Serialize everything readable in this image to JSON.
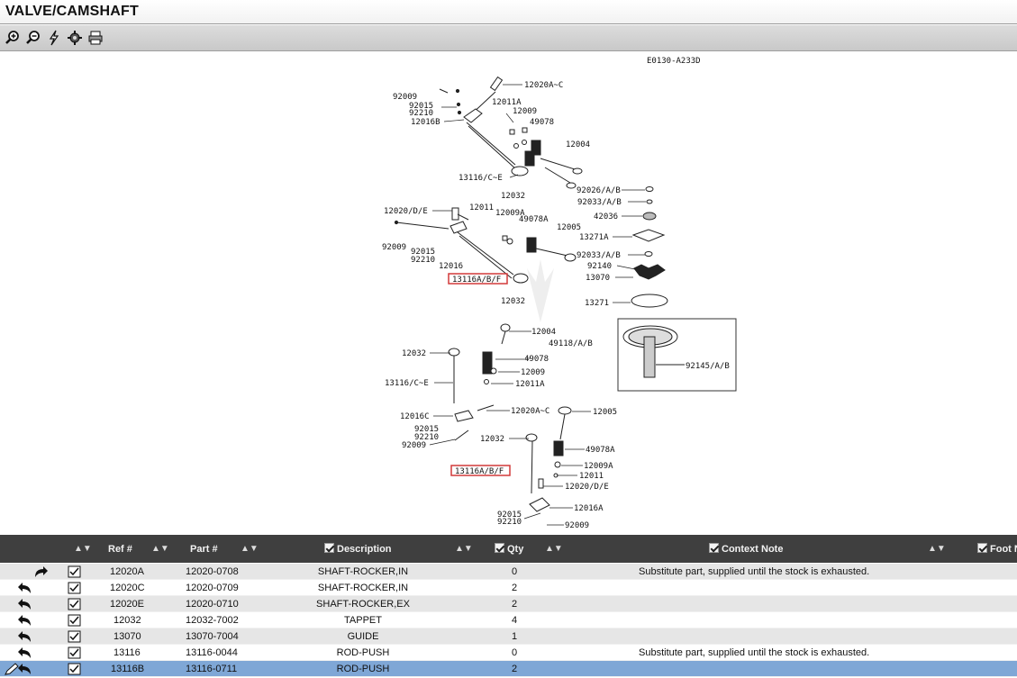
{
  "window": {
    "title": "VALVE/CAMSHAFT"
  },
  "toolbar": {
    "tools": [
      "zoom-in-icon",
      "zoom-out-icon",
      "lightning-icon",
      "settings-icon",
      "print-icon"
    ]
  },
  "diagram": {
    "code": "E0130-A233D",
    "labels": {
      "l1": "92009",
      "l2": "92015",
      "l3": "92210",
      "l4": "12016B",
      "l5": "12020A~C",
      "l6": "12011A",
      "l7": "12009",
      "l8": "49078",
      "l9": "12004",
      "l10": "13116/C~E",
      "l11": "12032",
      "l12": "92026/A/B",
      "l13": "92033/A/B",
      "l14": "12020/D/E",
      "l15": "12011",
      "l16": "12009A",
      "l17": "49078A",
      "l18": "42036",
      "l19": "12005",
      "l20": "13271A",
      "l21": "92009",
      "l22": "92015",
      "l23": "92210",
      "l24": "12016",
      "l25": "92033/A/B",
      "l26": "92140",
      "l27": "13116A/B/F",
      "l28": "13070",
      "l29": "12032",
      "l30": "13271",
      "l31": "12004",
      "l32": "49118/A/B",
      "l33": "12032",
      "l34": "49078",
      "l35": "12009",
      "l36": "13116/C~E",
      "l37": "12011A",
      "l38": "92145/A/B",
      "l39": "12016C",
      "l40": "12020A~C",
      "l41": "12005",
      "l42": "92015",
      "l43": "92210",
      "l44": "92009",
      "l45": "12032",
      "l46": "49078A",
      "l47": "12009A",
      "l48": "13116A/B/F",
      "l49": "12011",
      "l50": "12020/D/E",
      "l51": "12016A",
      "l52": "92015",
      "l53": "92210",
      "l54": "92009"
    },
    "highlight_color": "#d23a3a"
  },
  "grid": {
    "columns": {
      "ref": "Ref #",
      "part": "Part #",
      "description": "Description",
      "qty": "Qty",
      "context_note": "Context Note",
      "foot_note": "Foot N"
    },
    "rows": [
      {
        "action": "forward",
        "ref": "12020A",
        "part": "12020-0708",
        "description": "SHAFT-ROCKER,IN",
        "qty": "0",
        "note": "Substitute part, supplied until the stock is exhausted."
      },
      {
        "action": "back",
        "ref": "12020C",
        "part": "12020-0709",
        "description": "SHAFT-ROCKER,IN",
        "qty": "2",
        "note": ""
      },
      {
        "action": "back",
        "ref": "12020E",
        "part": "12020-0710",
        "description": "SHAFT-ROCKER,EX",
        "qty": "2",
        "note": ""
      },
      {
        "action": "back",
        "ref": "12032",
        "part": "12032-7002",
        "description": "TAPPET",
        "qty": "4",
        "note": ""
      },
      {
        "action": "back",
        "ref": "13070",
        "part": "13070-7004",
        "description": "GUIDE",
        "qty": "1",
        "note": ""
      },
      {
        "action": "back",
        "ref": "13116",
        "part": "13116-0044",
        "description": "ROD-PUSH",
        "qty": "0",
        "note": "Substitute part, supplied until the stock is exhausted."
      },
      {
        "action": "edit-back",
        "ref": "13116B",
        "part": "13116-0711",
        "description": "ROD-PUSH",
        "qty": "2",
        "note": ""
      }
    ],
    "selected_row": 6
  }
}
